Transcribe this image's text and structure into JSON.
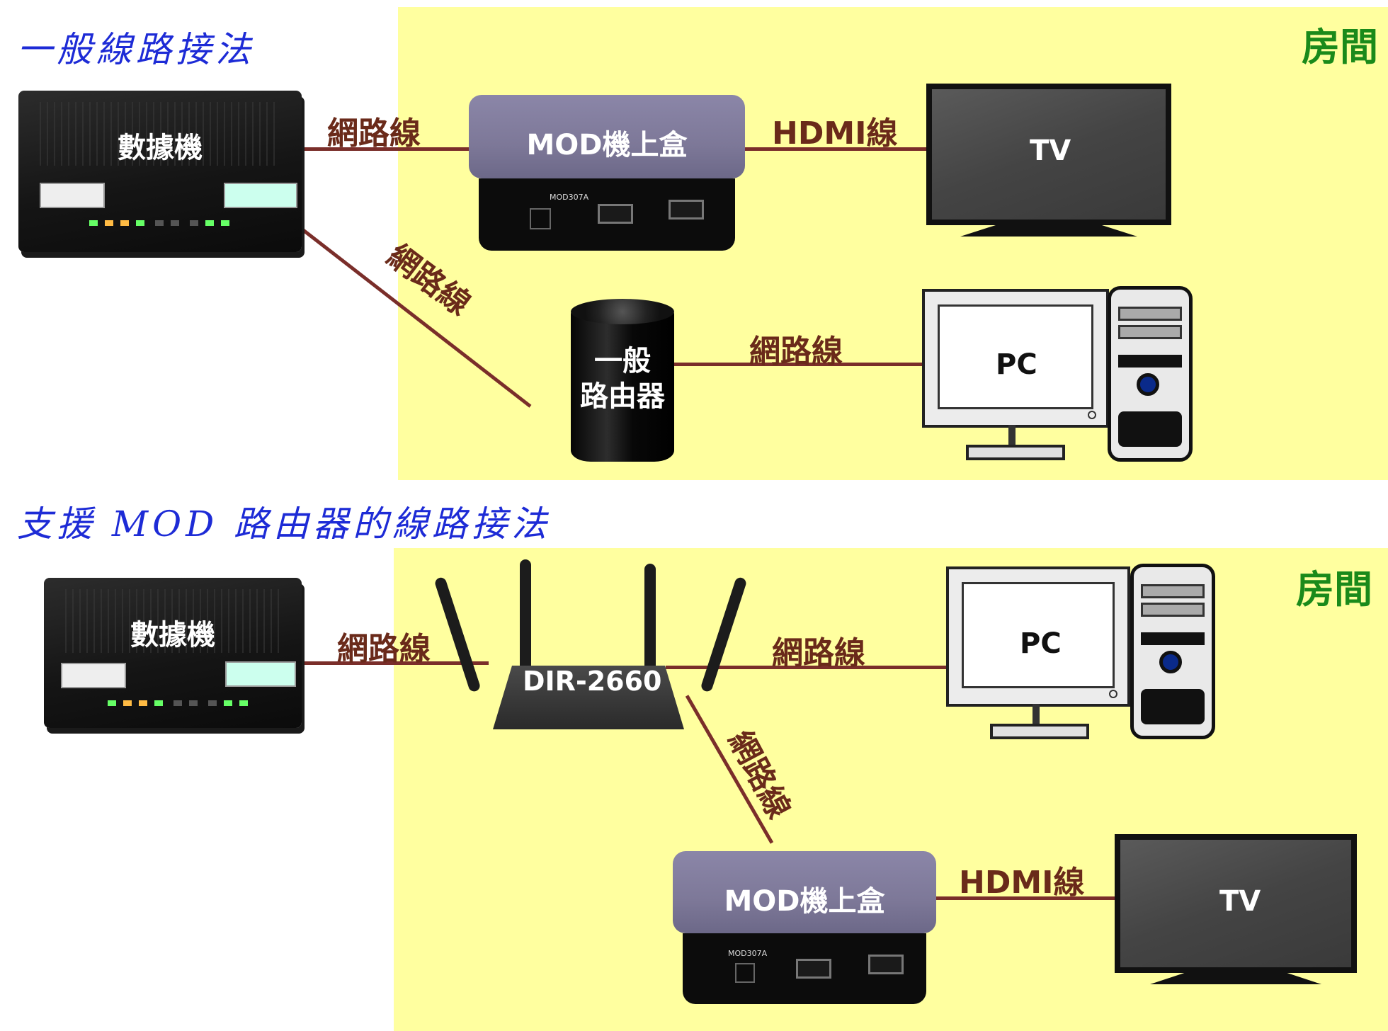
{
  "top": {
    "title": "一般線路接法",
    "room_label": "房間",
    "modem_label": "數據機",
    "stb_label": "MOD機上盒",
    "stb_model": "MOD307A",
    "tv_label": "TV",
    "router_line1": "一般",
    "router_line2": "路由器",
    "pc_label": "PC",
    "cable_modem_stb": "網路線",
    "cable_stb_tv": "HDMI線",
    "cable_modem_router": "網路線",
    "cable_router_pc": "網路線"
  },
  "bottom": {
    "title": "支援 MOD 路由器的線路接法",
    "room_label": "房間",
    "modem_label": "數據機",
    "router_label": "DIR-2660",
    "pc_label": "PC",
    "stb_label": "MOD機上盒",
    "stb_model": "MOD307A",
    "tv_label": "TV",
    "cable_modem_router": "網路線",
    "cable_router_pc": "網路線",
    "cable_router_stb": "網路線",
    "cable_stb_tv": "HDMI線"
  }
}
